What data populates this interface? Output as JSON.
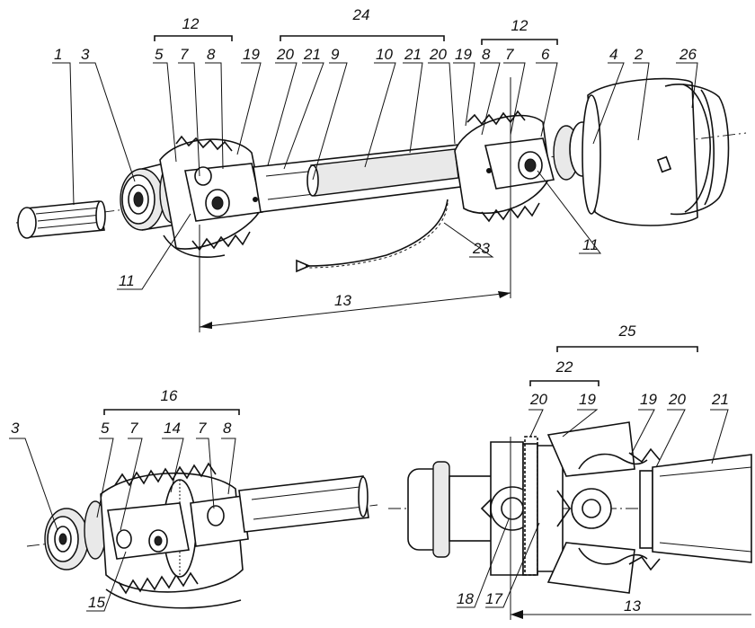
{
  "callouts": {
    "top": [
      "1",
      "3",
      "5",
      "7",
      "8",
      "12",
      "19",
      "20",
      "21",
      "24",
      "9",
      "10",
      "21",
      "20",
      "19",
      "8",
      "7",
      "12",
      "6",
      "4",
      "2",
      "26",
      "11",
      "11",
      "23",
      "13"
    ],
    "bottom_left": [
      "16",
      "3",
      "5",
      "7",
      "14",
      "7",
      "8",
      "15"
    ],
    "bottom_right": [
      "25",
      "22",
      "20",
      "19",
      "19",
      "20",
      "21",
      "18",
      "17",
      "13"
    ]
  }
}
